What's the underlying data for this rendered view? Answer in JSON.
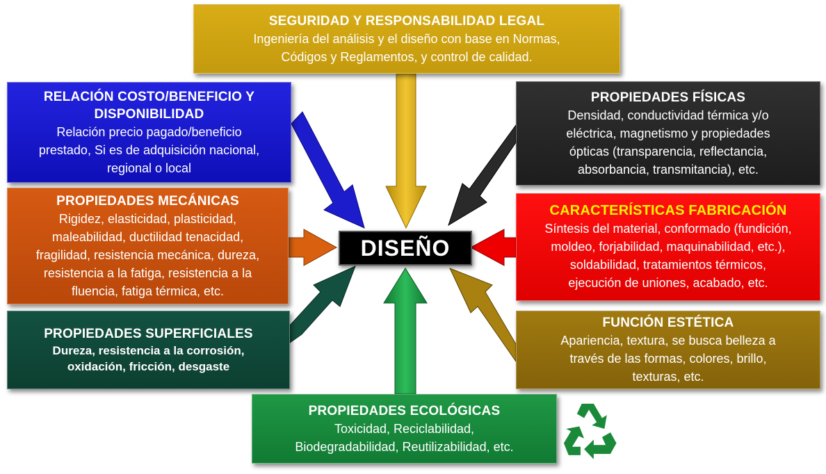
{
  "center": {
    "label": "DISEÑO"
  },
  "boxes": {
    "seguridad": {
      "title": "SEGURIDAD Y RESPONSABILIDAD  LEGAL",
      "lines": [
        "Ingeniería  del  análisis y el diseño con base en Normas,",
        "Códigos y Reglamentos, y control de calidad."
      ],
      "color": "#d4a814"
    },
    "costo": {
      "title_lines": [
        "RELACIÓN COSTO/BENEFICIO  Y",
        "DISPONIBILIDAD"
      ],
      "lines": [
        "Relación precio pagado/beneficio",
        "prestado, Si es de adquisición nacional,",
        "regional o local"
      ],
      "color": "#1a1ad6"
    },
    "mecanicas": {
      "title": "PROPIEDADES  MECÁNICAS",
      "lines": [
        "Rigidez, elasticidad, plasticidad,",
        "maleabilidad, ductilidad tenacidad,",
        "fragilidad, resistencia mecánica, dureza,",
        "resistencia a la fatiga, resistencia a la",
        "fluencia, fatiga térmica, etc."
      ],
      "color": "#cc520e"
    },
    "superficiales": {
      "title": "PROPIEDADES  SUPERFICIALES",
      "lines": [
        "Dureza, resistencia a la corrosión,",
        "oxidación,  fricción,  desgaste"
      ],
      "color": "#0f4a3a"
    },
    "ecologicas": {
      "title": "PROPIEDADES  ECOLÓGICAS",
      "lines": [
        "Toxicidad, Reciclabilidad,",
        "Biodegradabilidad, Reutilizabilidad,  etc."
      ],
      "color": "#18893b"
    },
    "fisicas": {
      "title": "PROPIEDADES  FÍSICAS",
      "lines": [
        "Densidad, conductividad térmica y/o",
        "eléctrica, magnetismo y propiedades",
        "ópticas (transparencia, reflectancia,",
        "absorbancia, transmitancia), etc."
      ],
      "color": "#262626"
    },
    "fabricacion": {
      "title": "CARACTERÍSTICAS  FABRICACIÓN",
      "lines": [
        "Síntesis del material, conformado (fundición,",
        "moldeo,  forjabilidad,  maquinabilidad,  etc.),",
        "soldabilidad,  tratamientos  térmicos,",
        "ejecución de uniones,  acabado,  etc."
      ],
      "color": "#f00000"
    },
    "estetica": {
      "title": "FUNCIÓN  ESTÉTICA",
      "lines": [
        "Apariencia, textura, se busca belleza a",
        "través de las formas, colores, brillo,",
        "texturas,  etc."
      ],
      "color": "#947010"
    }
  },
  "icons": {
    "recycle": "recycle-icon"
  },
  "colors": {
    "recycle": "#1a8a3a",
    "center_bg": "#000000",
    "fabricacion_title": "#fff200"
  }
}
